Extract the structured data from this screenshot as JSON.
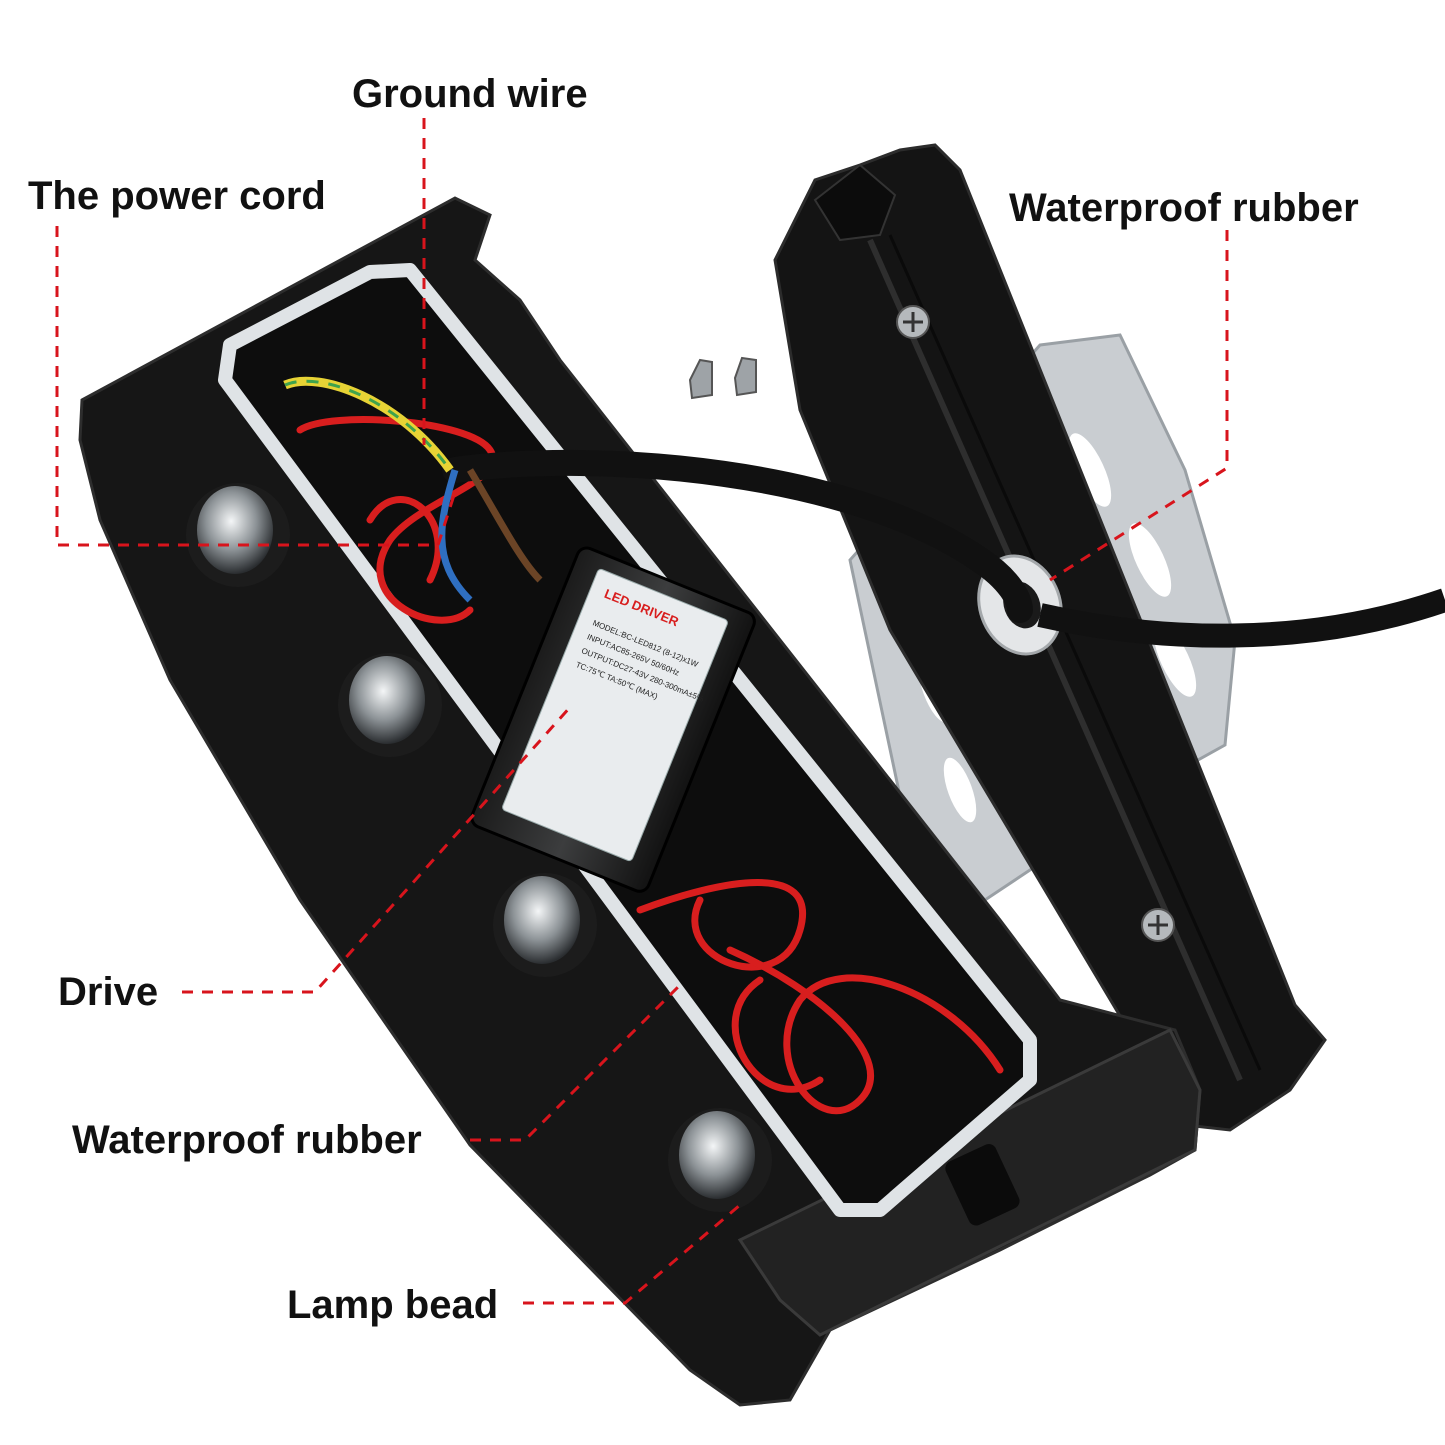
{
  "callouts": {
    "ground_wire": "Ground wire",
    "power_cord": "The power cord",
    "waterproof_rubber_cover": "Waterproof rubber",
    "drive": "Drive",
    "waterproof_rubber_seal": "Waterproof rubber",
    "lamp_bead": "Lamp bead"
  },
  "driver_label": {
    "title": "LED DRIVER",
    "model": "MODEL:BC-LED812 (8-12)x1W",
    "input": "INPUT:AC85-265V 50/60Hz",
    "output": "OUTPUT:DC27-43V 280-300mA±5%",
    "temp": "TC:75℃ TA:50℃ (MAX)"
  },
  "colors": {
    "leader_line": "#d8141c",
    "label_text": "#111111",
    "housing": "#141414",
    "gasket": "#dfe3e6",
    "wire_red": "#d81e1e",
    "bracket": "#c9cdd1"
  },
  "icons": [
    "screw-icon",
    "lamp-bead-icon",
    "cable-icon"
  ]
}
